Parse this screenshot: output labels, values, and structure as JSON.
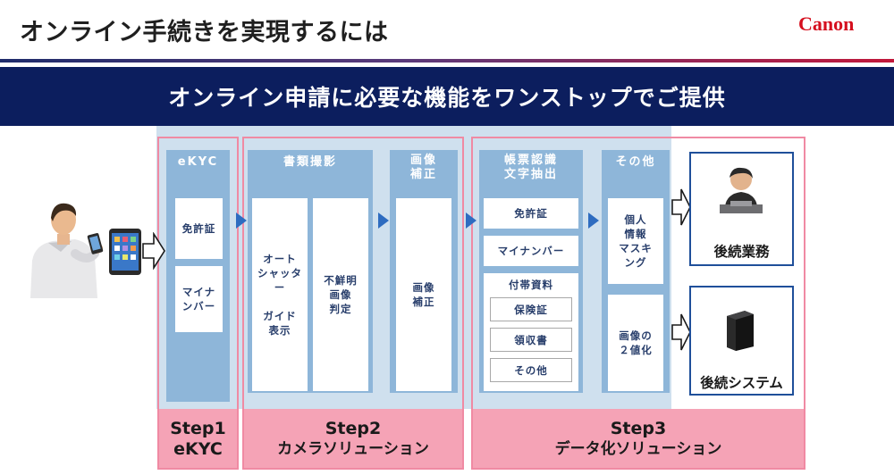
{
  "header": {
    "title": "オンライン手続きを実現するには",
    "logo": "Canon"
  },
  "banner": {
    "text": "オンライン申請に必要な機能をワンストップでご提供"
  },
  "steps": [
    {
      "line1": "Step1",
      "line2": "eKYC"
    },
    {
      "line1": "Step2",
      "line2": "カメラソリューション"
    },
    {
      "line1": "Step3",
      "line2": "データ化ソリューション"
    }
  ],
  "ekyc": {
    "head": "eKYC",
    "items": [
      "免許証",
      "マイナ\nンバー"
    ]
  },
  "capture": {
    "head": "書類撮影",
    "left": "オート\nシャッター\n\nガイド\n表示",
    "right": "不鮮明\n画像\n判定"
  },
  "correction": {
    "head": "画像\n補正",
    "body": "画像\n補正"
  },
  "ocr": {
    "head": "帳票認識\n文字抽出",
    "items": [
      "免許証",
      "マイナンバー"
    ],
    "attached": {
      "label": "付帯資料",
      "items": [
        "保険証",
        "領収書",
        "その他"
      ]
    }
  },
  "other": {
    "head": "その他",
    "items": [
      "個人\n情報\nマスキ\nング",
      "画像の\n２値化"
    ]
  },
  "outputs": [
    "後続業務",
    "後続システム"
  ]
}
